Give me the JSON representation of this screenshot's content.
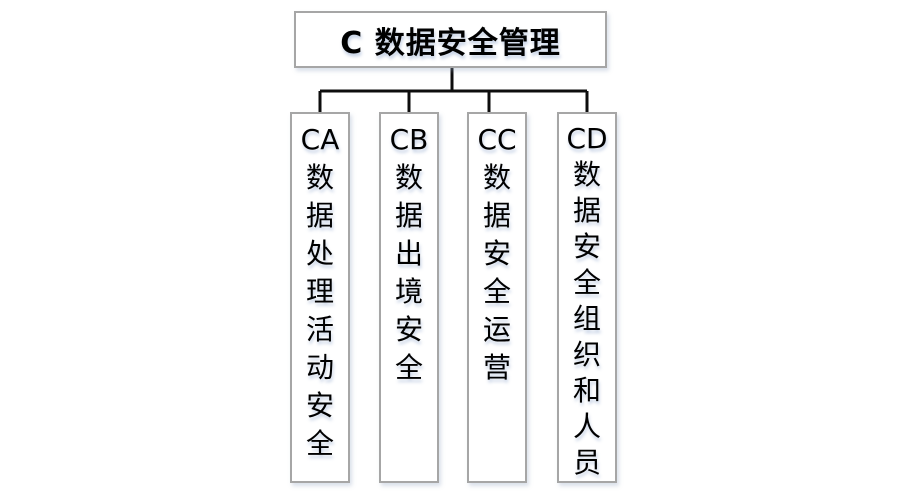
{
  "diagram": {
    "root": {
      "label": "C 数据安全管理"
    },
    "children": [
      {
        "label": "CA\n数\n据\n处\n理\n活\n动\n安\n全"
      },
      {
        "label": "CB\n数\n据\n出\n境\n安\n全"
      },
      {
        "label": "CC\n数\n据\n安\n全\n运\n营"
      },
      {
        "label": "CD\n数\n据\n安\n全\n组\n织\n和\n人\n员"
      }
    ],
    "colors": {
      "box_fill": "#ffffff",
      "box_border": "#a6a6a6",
      "connector": "#0d0d0d",
      "text": "#000000"
    }
  }
}
